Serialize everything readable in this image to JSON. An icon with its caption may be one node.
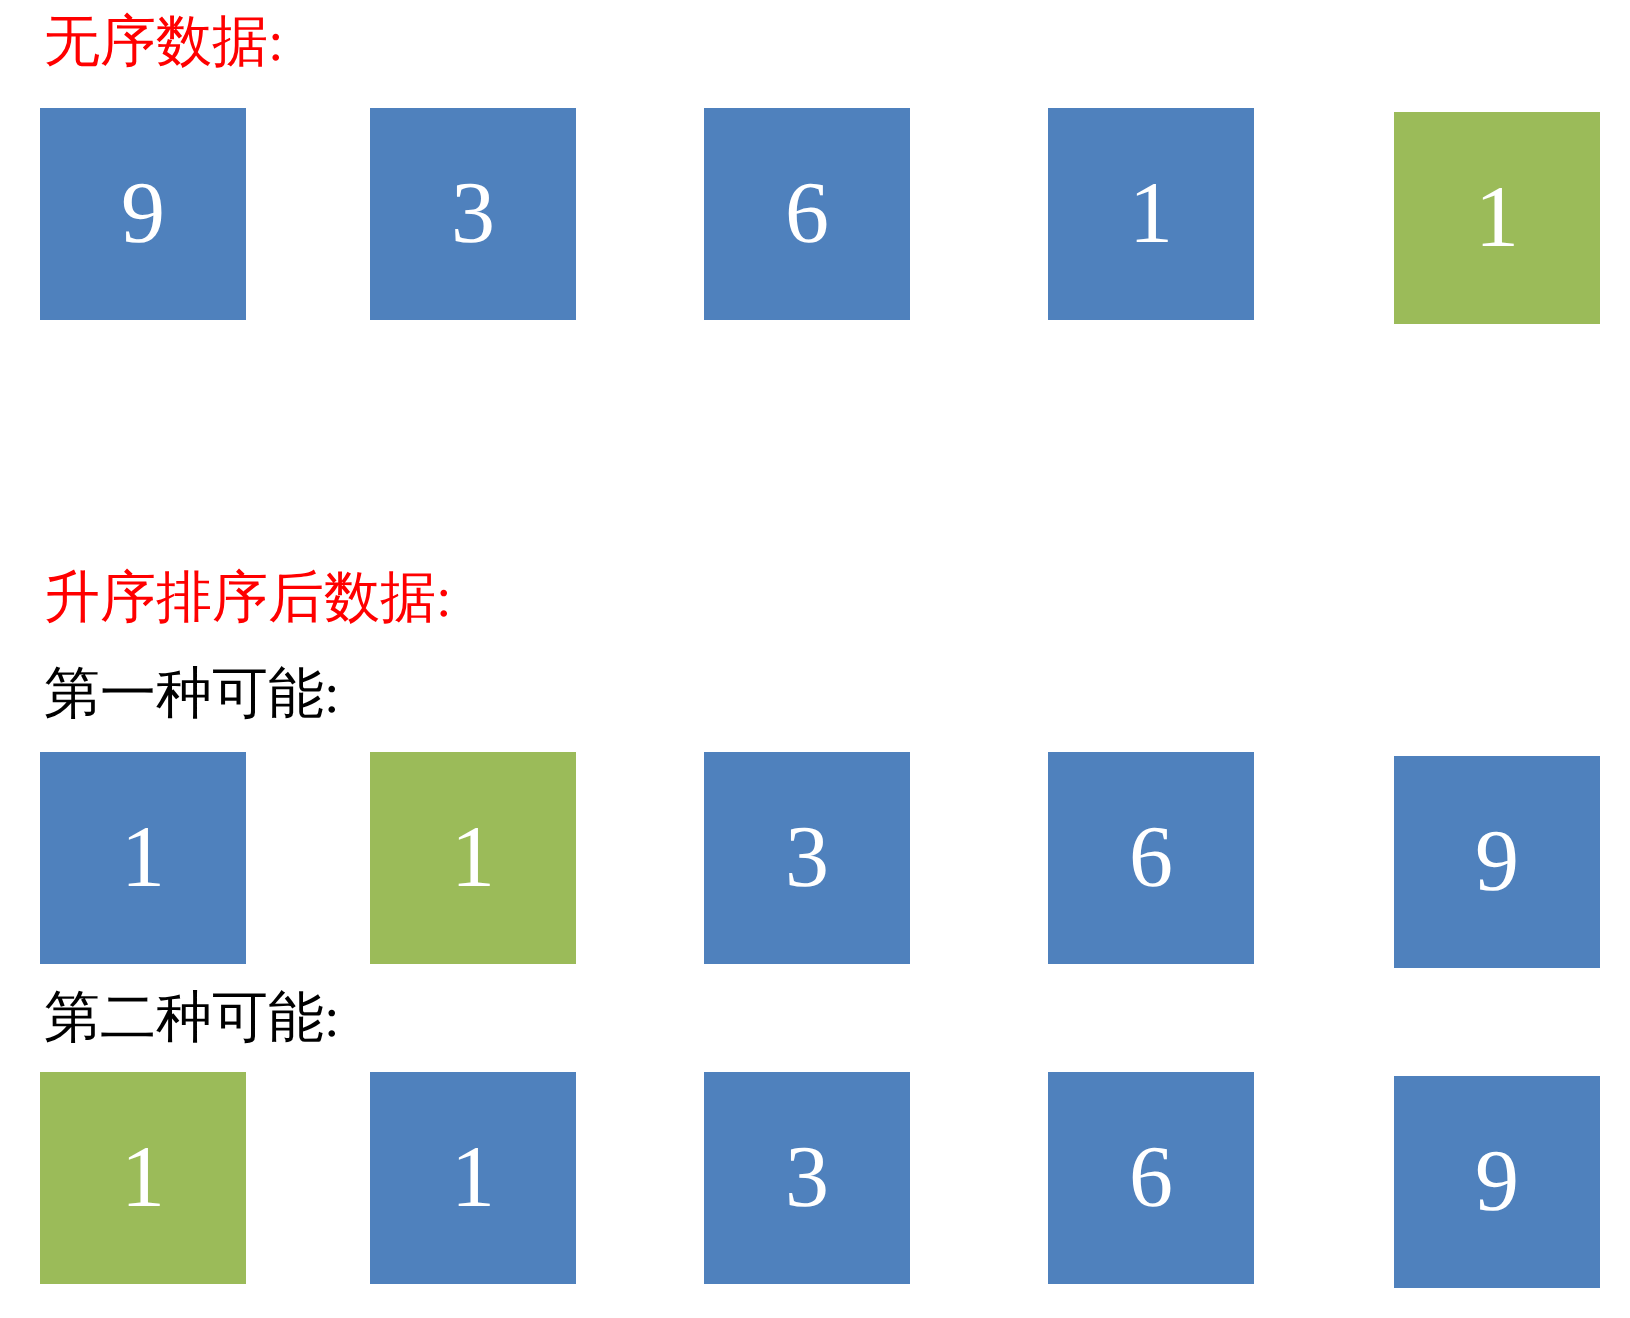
{
  "diagram": {
    "nodes": [
      {
        "text": [
          "9"
        ]
      },
      {
        "text": [
          "3"
        ]
      },
      {
        "text": [
          "6"
        ]
      },
      {
        "text": [
          "1"
        ]
      },
      {
        "text": [
          "1"
        ]
      },
      {
        "text": [
          "1"
        ]
      },
      {
        "text": [
          "1"
        ]
      },
      {
        "text": [
          "3"
        ]
      },
      {
        "text": [
          "6"
        ]
      },
      {
        "text": [
          "9"
        ]
      },
      {
        "text": [
          "1"
        ]
      },
      {
        "text": [
          "1"
        ]
      },
      {
        "text": [
          "3"
        ]
      },
      {
        "text": [
          "6"
        ]
      },
      {
        "text": [
          "9"
        ]
      }
    ],
    "labels": [
      "无序数据:",
      "升序排序后数据:",
      "第一种可能:",
      "第二种可能:"
    ]
  }
}
